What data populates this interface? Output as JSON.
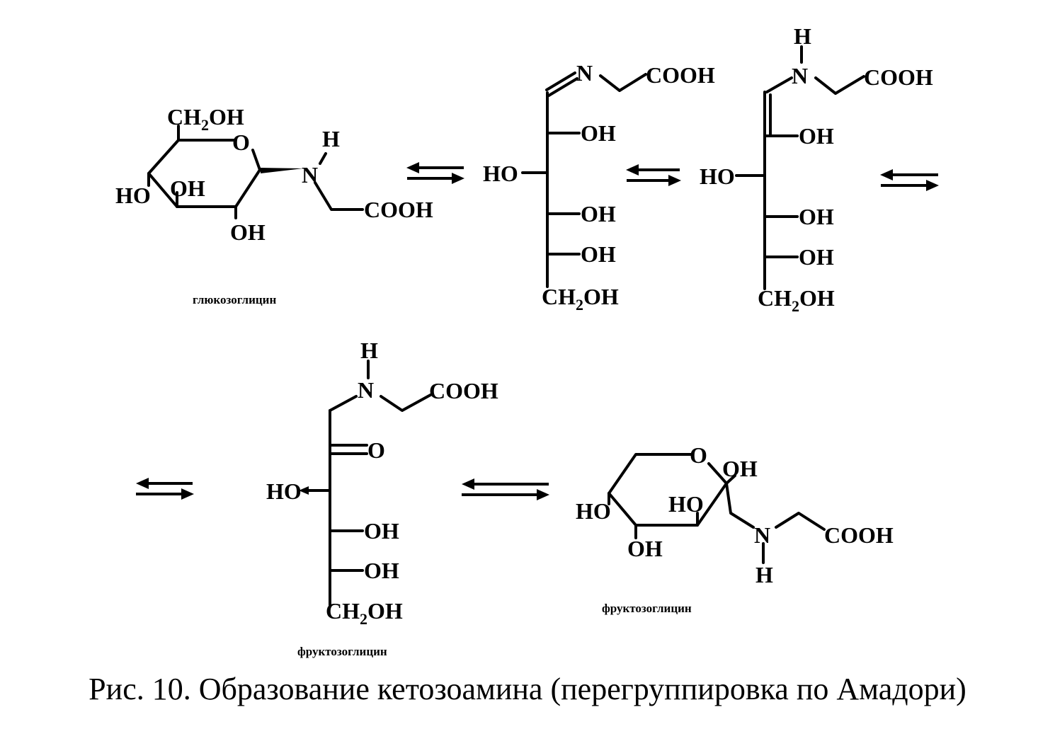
{
  "labels": {
    "O": "O",
    "OH": "OH",
    "HO": "HO",
    "H": "H",
    "N": "N",
    "COOH": "COOH",
    "CH": "CH",
    "sub2": "2",
    "eqO": "=O"
  },
  "names": {
    "glucosylglycine": "глюкозоглицин",
    "fructosylglycine_open": "фруктозоглицин",
    "fructosylglycine_ring": "фруктозоглицин"
  },
  "caption": "Рис. 10. Образование кетозоамина (перегруппировка по Амадори)"
}
